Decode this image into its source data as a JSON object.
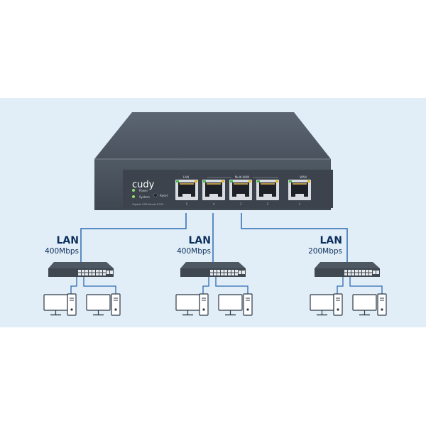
{
  "router": {
    "brand": "cudy",
    "model_label": "Gigabit VPN Router",
    "model_number": "R700",
    "led_labels": [
      "Power",
      "System"
    ],
    "reset_label": "Reset",
    "group_labels": {
      "lan": "LAN",
      "multi_wan": "Multi-WAN",
      "wan": "WAN"
    },
    "port_numbers": [
      "5",
      "4",
      "3",
      "2",
      "1"
    ]
  },
  "links": [
    {
      "label": "LAN",
      "speed": "400Mbps"
    },
    {
      "label": "LAN",
      "speed": "400Mbps"
    },
    {
      "label": "LAN",
      "speed": "200Mbps"
    }
  ],
  "colors": {
    "background_panel": "#e2eef7",
    "router_body": "#4b5560",
    "link_line": "#2d6bb3",
    "label_text": "#0b2e5c",
    "port_green": "#45b64a",
    "port_yellow": "#e2b321",
    "device_stroke": "#2f3a45"
  },
  "icons": [
    "router-icon",
    "switch-icon",
    "monitor-icon",
    "pc-tower-icon"
  ]
}
